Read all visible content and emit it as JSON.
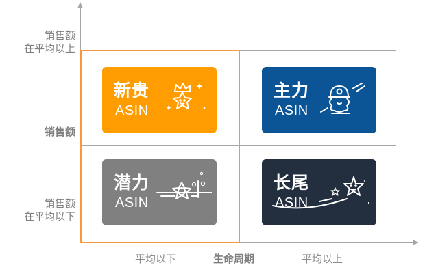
{
  "diagram": {
    "type": "quadrant-matrix",
    "y_axis": {
      "title": "销售额",
      "top_label": {
        "line1": "销售额",
        "line2": "在平均以上"
      },
      "bottom_label": {
        "line1": "销售额",
        "line2": "在平均以下"
      }
    },
    "x_axis": {
      "title": "生命周期",
      "left_label": "平均以下",
      "right_label": "平均以上"
    },
    "highlight_color": "#f7993a",
    "axis_color": "#a6a6a6",
    "quadrants": [
      {
        "position": "top-left",
        "title": "新贵",
        "subtitle": "ASIN",
        "color": "#ff9c00",
        "icon": "crowned-star-icon"
      },
      {
        "position": "top-right",
        "title": "主力",
        "subtitle": "ASIN",
        "color": "#0b5495",
        "icon": "helmet-star-icon"
      },
      {
        "position": "bottom-left",
        "title": "潜力",
        "subtitle": "ASIN",
        "color": "#808080",
        "icon": "bubbling-star-icon"
      },
      {
        "position": "bottom-right",
        "title": "长尾",
        "subtitle": "ASIN",
        "color": "#232f3e",
        "icon": "shooting-star-icon"
      }
    ]
  }
}
